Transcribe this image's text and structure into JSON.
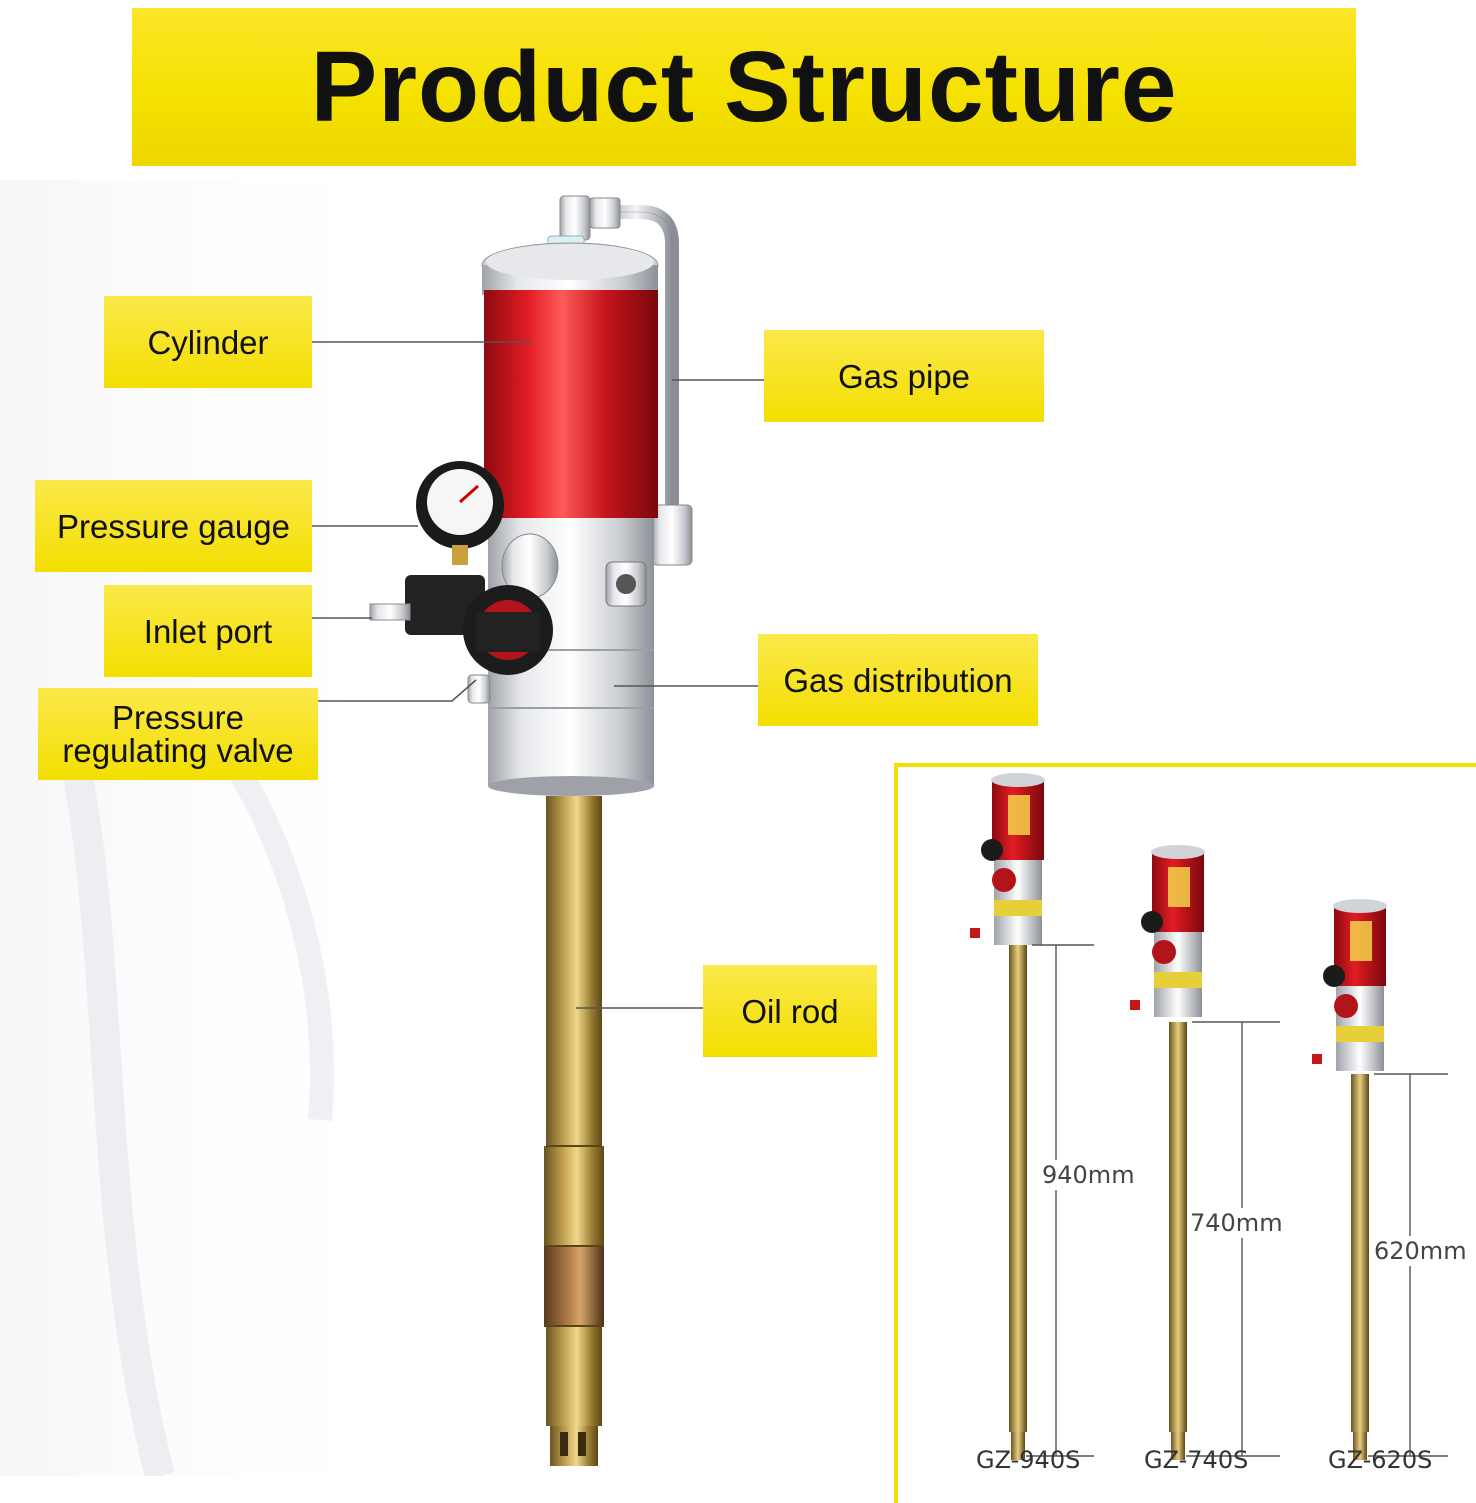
{
  "title": "Product Structure",
  "labels": {
    "cylinder": "Cylinder",
    "gas_pipe": "Gas pipe",
    "pressure_gauge": "Pressure gauge",
    "inlet_port": "Inlet port",
    "pressure_regulating_valve_line1": "Pressure",
    "pressure_regulating_valve_line2": "regulating valve",
    "gas_distribution": "Gas distribution",
    "oil_rod": "Oil rod"
  },
  "models": [
    {
      "name": "GZ-940S",
      "length": "940mm"
    },
    {
      "name": "GZ-740S",
      "length": "740mm"
    },
    {
      "name": "GZ-620S",
      "length": "620mm"
    }
  ],
  "colors": {
    "banner": "#f5e100",
    "cylinder_red": "#c8101a",
    "aluminum": "#d6d8dc",
    "rod_brass": "#a88a3c"
  }
}
